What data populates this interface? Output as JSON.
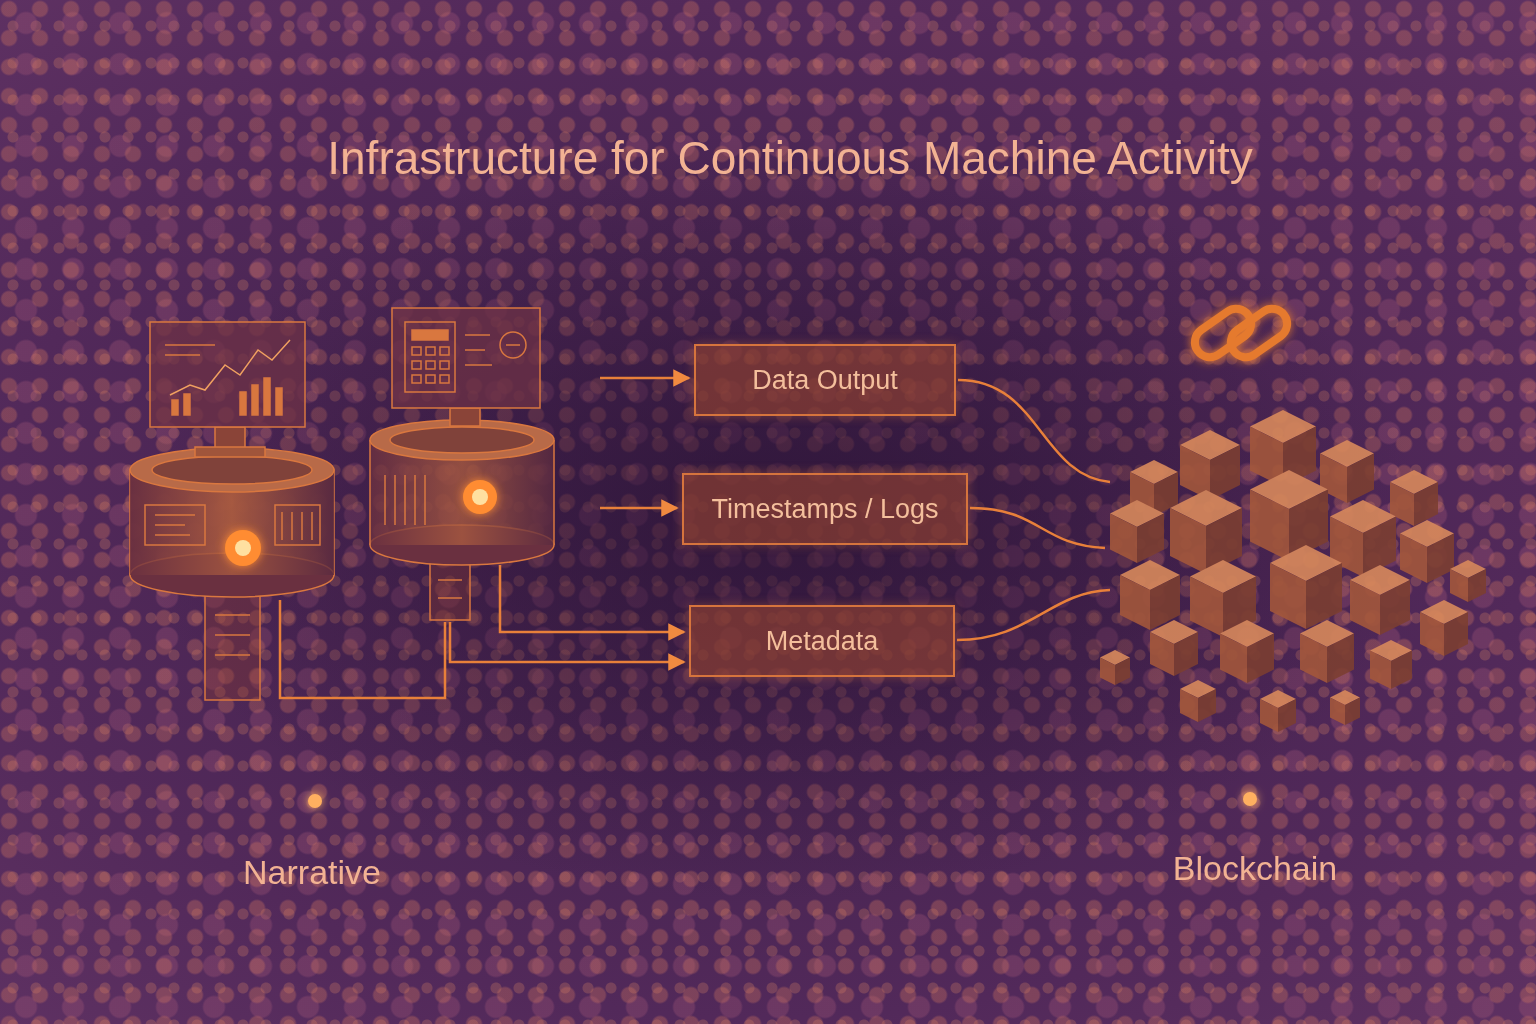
{
  "diagram": {
    "title": "Infrastructure for Continuous Machine Activity",
    "nodes": [
      {
        "text": [
          "Data Output"
        ]
      },
      {
        "text": [
          "Timestamps / Logs"
        ]
      },
      {
        "text": [
          "Metadata"
        ]
      }
    ],
    "labels": [
      "Narrative",
      "Blockchain"
    ]
  }
}
